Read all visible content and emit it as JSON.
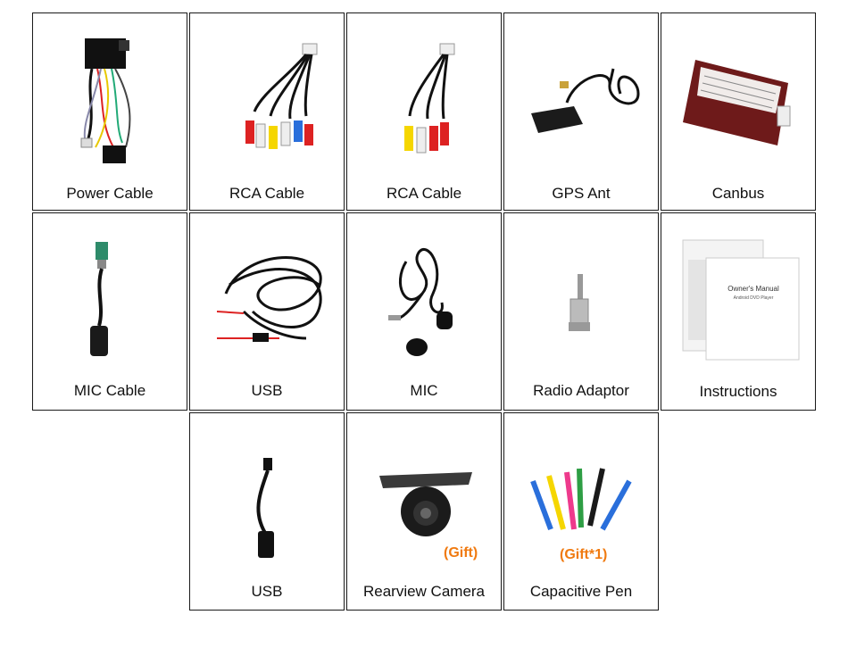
{
  "items": [
    {
      "label": "Power Cable",
      "icon": "power-cable-icon"
    },
    {
      "label": "RCA Cable",
      "icon": "rca-cable-icon"
    },
    {
      "label": "RCA Cable",
      "icon": "rca-cable-icon"
    },
    {
      "label": "GPS Ant",
      "icon": "gps-antenna-icon"
    },
    {
      "label": "Canbus",
      "icon": "canbus-box-icon"
    },
    {
      "label": "MIC Cable",
      "icon": "mic-cable-icon"
    },
    {
      "label": "USB",
      "icon": "usb-cable-icon"
    },
    {
      "label": "MIC",
      "icon": "microphone-icon"
    },
    {
      "label": "Radio Adaptor",
      "icon": "radio-adaptor-icon"
    },
    {
      "label": "Instructions",
      "icon": "manual-icon"
    },
    {
      "label": "USB",
      "icon": "usb-otg-cable-icon"
    },
    {
      "label": "Rearview Camera",
      "icon": "rearview-camera-icon",
      "note": "(Gift)"
    },
    {
      "label": "Capacitive Pen",
      "icon": "stylus-pens-icon",
      "note": "(Gift*1)"
    }
  ],
  "manual": {
    "title": "Owner's Manual",
    "subtitle": "Android DVD Player"
  },
  "colors": {
    "border": "#1a1a1a",
    "gift": "#f07a10",
    "cable": "#111111"
  }
}
